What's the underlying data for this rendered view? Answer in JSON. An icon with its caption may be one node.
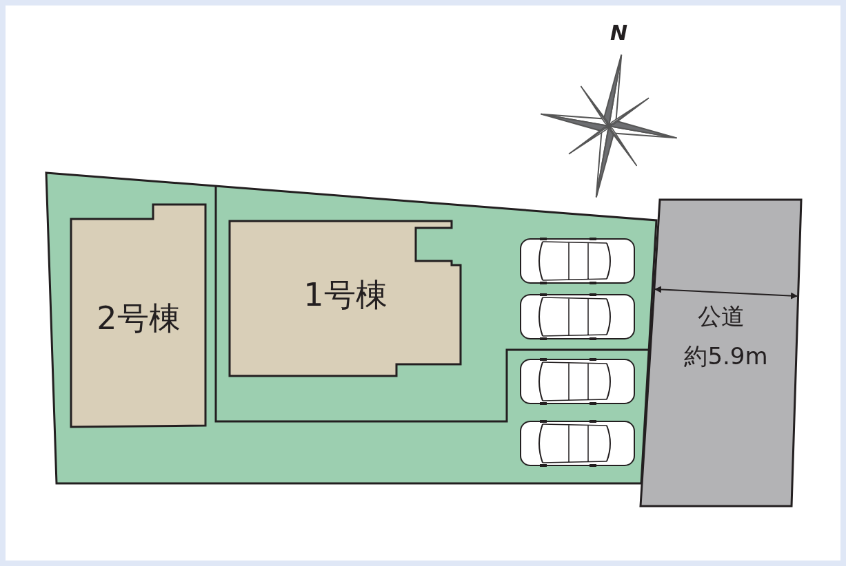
{
  "diagram": {
    "nodes": [
      {
        "text": [
          "2号棟"
        ]
      },
      {
        "text": [
          "1号棟"
        ]
      },
      {
        "text": [
          "公道"
        ]
      }
    ],
    "edges": [],
    "labels": [
      "N",
      "約5.9m"
    ]
  }
}
